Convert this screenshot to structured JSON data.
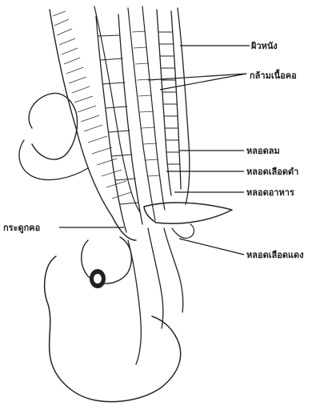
{
  "labels": {
    "skin": "ผิวหนัง",
    "neck_muscle": "กล้ามเนื้อคอ",
    "trachea": "หลอดลม",
    "vein": "หลอดเลือดดำ",
    "esophagus": "หลอดอาหาร",
    "neck_bone": "กระดูกคอ",
    "artery": "หลอดเลือดแดง"
  }
}
